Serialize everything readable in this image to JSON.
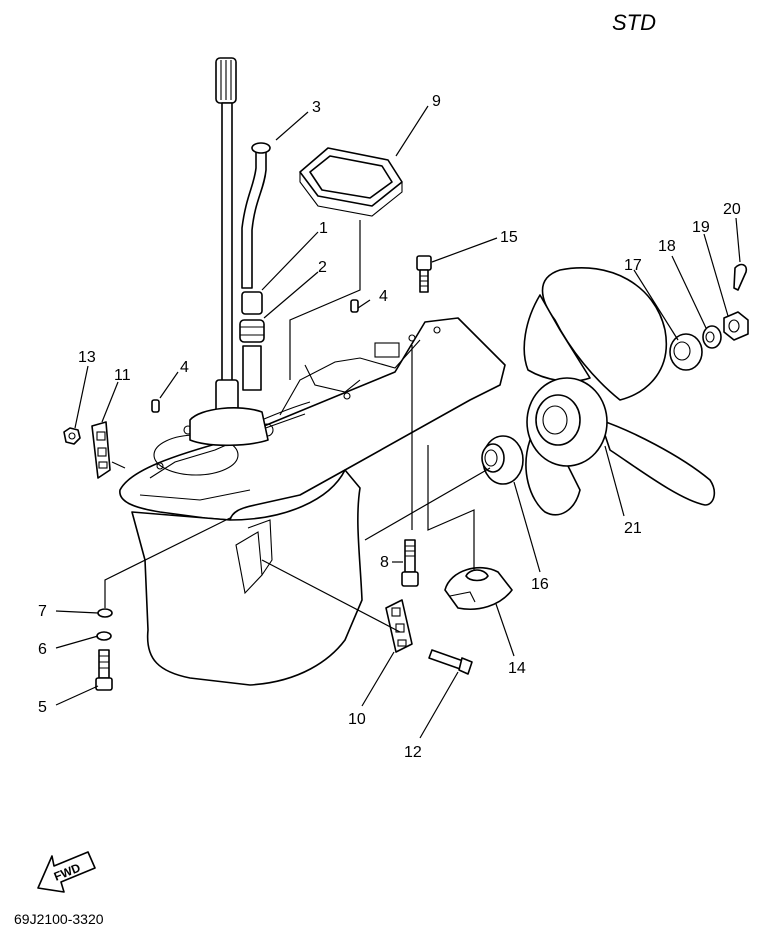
{
  "variant_label": "STD",
  "part_code": "69J2100-3320",
  "direction_label": "FWD",
  "callouts": {
    "c1": "1",
    "c2": "2",
    "c3": "3",
    "c4a": "4",
    "c4b": "4",
    "c5": "5",
    "c6": "6",
    "c7": "7",
    "c8": "8",
    "c9": "9",
    "c10": "10",
    "c11": "11",
    "c12": "12",
    "c13": "13",
    "c14": "14",
    "c15": "15",
    "c16": "16",
    "c17": "17",
    "c18": "18",
    "c19": "19",
    "c20": "20",
    "c21": "21"
  }
}
